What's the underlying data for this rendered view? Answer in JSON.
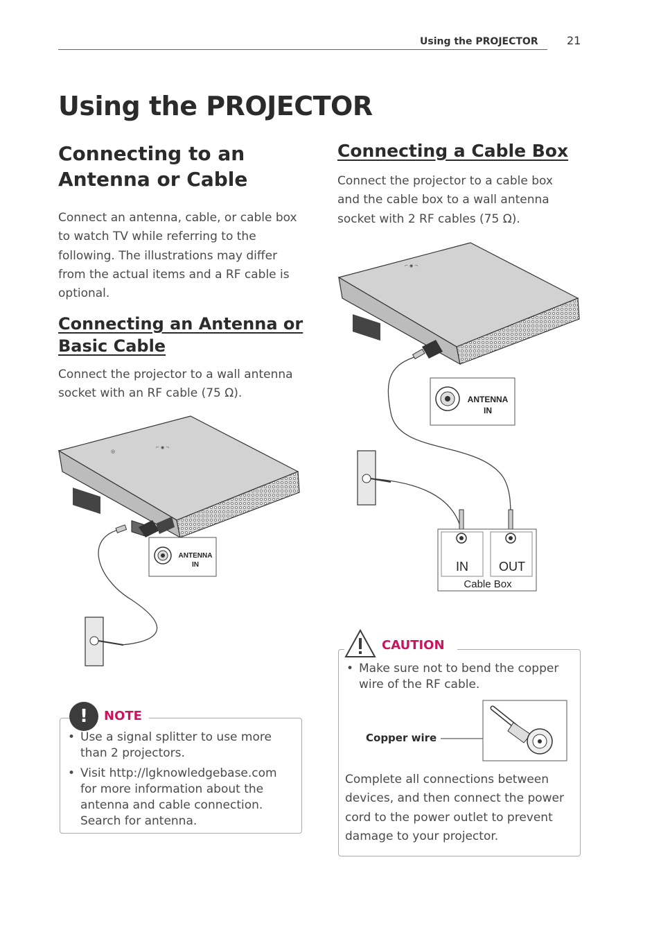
{
  "header": {
    "running_title": "Using the PROJECTOR",
    "page_number": "21",
    "rule_color": "#b8317c"
  },
  "page_title": "Using the PROJECTOR",
  "left": {
    "heading": "Connecting to an Antenna or Cable",
    "intro": "Connect an antenna, cable, or cable box to watch TV while referring to the following. The illustrations may differ from the actual items and a RF cable is optional.",
    "subheading": "Connecting an Antenna or Basic Cable",
    "sub_intro": "Connect the projector to a wall antenna socket with an RF cable (75 Ω).",
    "diagram": {
      "port_label_line1": "ANTENNA",
      "port_label_line2": "IN"
    },
    "note": {
      "label": "NOTE",
      "icon": "exclamation-icon",
      "bullets": [
        "Use a signal splitter to use more than 2 projectors.",
        "Visit http://lgknowledgebase.com for more information about the antenna and cable connection. Search for antenna."
      ]
    }
  },
  "right": {
    "heading": "Connecting a Cable Box",
    "intro": "Connect the projector to a cable box and the cable box to a wall antenna socket with 2 RF cables (75 Ω).",
    "diagram": {
      "port_label_line1": "ANTENNA",
      "port_label_line2": "IN",
      "cable_box_in": "IN",
      "cable_box_out": "OUT",
      "cable_box_label": "Cable Box"
    },
    "caution": {
      "label": "CAUTION",
      "icon": "warning-triangle-icon",
      "bullets": [
        "Make sure not to bend the copper wire of the RF cable."
      ],
      "copper_label": "Copper wire",
      "closing": "Complete all connections between devices, and then connect the power cord to the power outlet to prevent damage to your projector."
    }
  },
  "colors": {
    "accent": "#c9155f",
    "text": "#4a4a4a",
    "heading": "#2b2b2b"
  }
}
